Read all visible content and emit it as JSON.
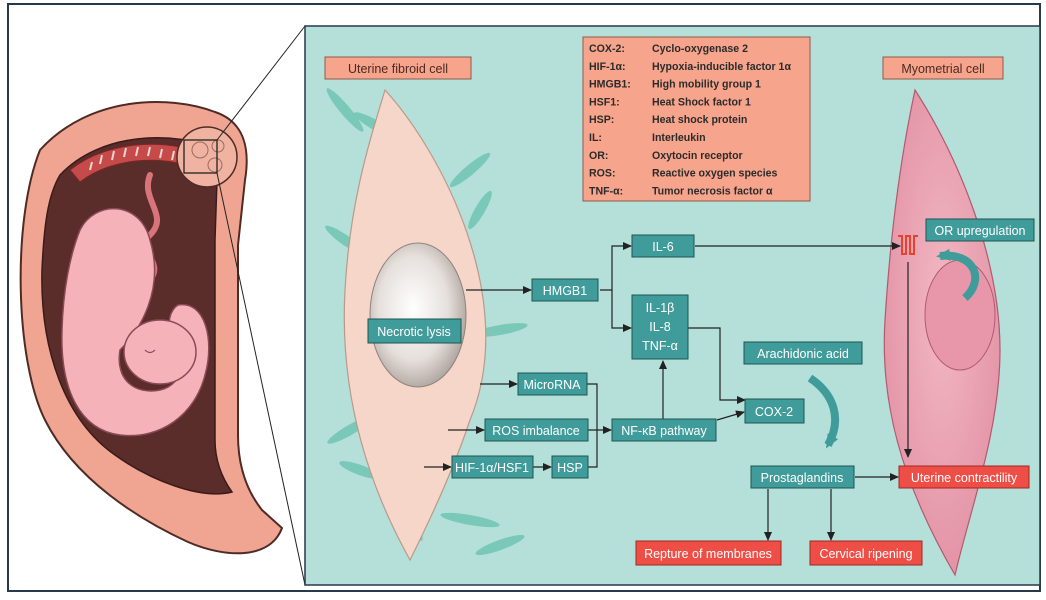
{
  "cells": {
    "fibroid_label": "Uterine fibroid cell",
    "myometrial_label": "Myometrial cell"
  },
  "legend": [
    {
      "abbr": "COX-2:",
      "full": "Cyclo-oxygenase 2"
    },
    {
      "abbr": "HIF-1α:",
      "full": "Hypoxia-inducible factor 1α"
    },
    {
      "abbr": "HMGB1:",
      "full": "High mobility group 1"
    },
    {
      "abbr": "HSF1:",
      "full": "Heat Shock factor 1"
    },
    {
      "abbr": "HSP:",
      "full": "Heat shock protein"
    },
    {
      "abbr": "IL:",
      "full": "Interleukin"
    },
    {
      "abbr": "OR:",
      "full": "Oxytocin receptor"
    },
    {
      "abbr": "ROS:",
      "full": "Reactive oxygen species"
    },
    {
      "abbr": "TNF-α:",
      "full": "Tumor necrosis factor α"
    }
  ],
  "nodes": {
    "necrotic_lysis": "Necrotic lysis",
    "hmgb1": "HMGB1",
    "il6": "IL-6",
    "il1b": "IL-1β",
    "il8": "IL-8",
    "tnfa": "TNF-α",
    "microrna": "MicroRNA",
    "ros": "ROS imbalance",
    "nfkb": "NF-κB pathway",
    "hif": "HIF-1α/HSF1",
    "hsp": "HSP",
    "arachidonic": "Arachidonic acid",
    "cox2": "COX-2",
    "prostaglandins": "Prostaglandins",
    "or_up": "OR upregulation",
    "contractility": "Uterine contractility",
    "membranes": "Repture of membranes",
    "cervical": "Cervical ripening"
  },
  "colors": {
    "panel_bg": "#b5dfd9",
    "node_teal": "#3f9c9a",
    "node_red": "#ee4e45",
    "label_pink": "#f7a48c",
    "frame": "#26384a"
  }
}
